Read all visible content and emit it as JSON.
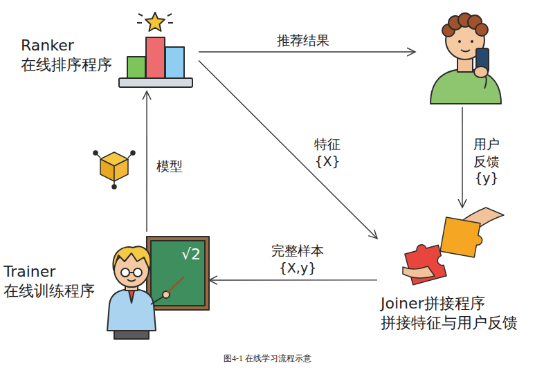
{
  "diagram": {
    "caption": "图4-1 在线学习流程示意",
    "nodes": [
      {
        "text": [
          "Ranker 在线排序程序"
        ]
      },
      {
        "text": []
      },
      {
        "text": [
          "Joiner拼接程序 拼接特征与用户反馈"
        ]
      },
      {
        "text": [
          "Trainer 在线训练程序"
        ]
      }
    ],
    "edges": [
      {
        "from": 0,
        "to": 1,
        "arrow": "to",
        "label": "推荐结果"
      },
      {
        "from": 0,
        "to": 2,
        "arrow": "to",
        "label": "特征{X}"
      },
      {
        "from": 1,
        "to": 2,
        "arrow": "to",
        "label": "用户 反馈{y}"
      },
      {
        "from": 2,
        "to": 3,
        "arrow": "to",
        "label": "完整样本 {X,y}"
      },
      {
        "from": 3,
        "to": 0,
        "arrow": "to",
        "label": "模型"
      }
    ],
    "labels": [
      "√2"
    ]
  }
}
